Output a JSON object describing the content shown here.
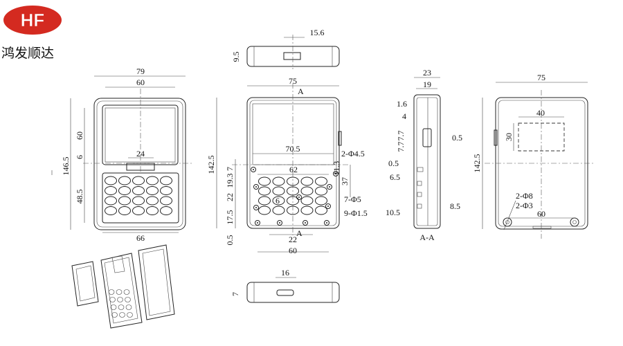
{
  "brand": {
    "logo_text": "HF",
    "name": "鸿发顺达",
    "logo_color": "#d42a20"
  },
  "front_view": {
    "width": "79",
    "screen_width": "60",
    "screen_height": "60",
    "gap": "6",
    "height": "146.5",
    "tab_width": "24",
    "keypad_height": "48.5",
    "bottom_width": "66"
  },
  "top_view": {
    "opening_width": "15.6",
    "height": "9.5"
  },
  "inner_view": {
    "width": "75",
    "section_mark": "A",
    "height": "142.5",
    "inner_width": "70.5",
    "holes_a": "2-Φ4.5",
    "rib_width": "62",
    "dim_11_3": "11.3",
    "dim_7": "7",
    "dim_19_3": "19.3",
    "dim_37": "37",
    "dim_22": "22",
    "holes_b": "7-Φ5",
    "dim_6": "6",
    "dim_17_5": "17.5",
    "holes_c": "9-Φ1.5",
    "dim_0_5": "0.5",
    "notch_width": "22",
    "hole_spacing": "60"
  },
  "bottom_view": {
    "opening_width": "16",
    "height": "7"
  },
  "section_view": {
    "title": "A-A",
    "depth": "23",
    "inner_depth": "19",
    "d1_6": "1.6",
    "d4": "4",
    "d7_7a": "7.7",
    "d7_7b": "7.7",
    "d0_5a": "0.5",
    "d0_5b": "0.5",
    "d6_5": "6.5",
    "d10_5": "10.5",
    "d8_5": "8.5"
  },
  "back_view": {
    "width": "75",
    "label_width": "40",
    "label_height": "30",
    "height": "142.5",
    "holes_a": "2-Φ8",
    "holes_b": "2-Φ3",
    "hole_spacing": "60"
  }
}
